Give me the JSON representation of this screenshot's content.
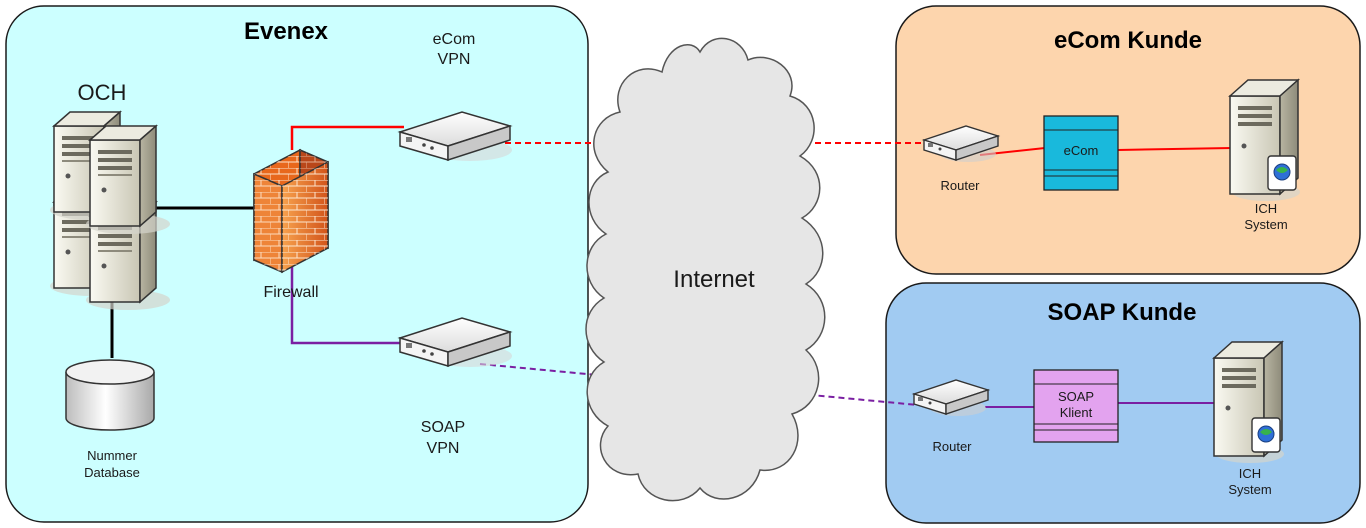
{
  "zones": {
    "evenex": {
      "title": "Evenex",
      "fill": "#ccffff"
    },
    "ecom_customer": {
      "title": "eCom Kunde",
      "fill": "#fdd5ad"
    },
    "soap_customer": {
      "title": "SOAP Kunde",
      "fill": "#a1cbf2"
    }
  },
  "nodes": {
    "och": {
      "label": "OCH"
    },
    "firewall": {
      "label": "Firewall"
    },
    "database": {
      "label_line1": "Nummer",
      "label_line2": "Database"
    },
    "ecom_vpn": {
      "label_line1": "eCom",
      "label_line2": "VPN"
    },
    "soap_vpn": {
      "label_line1": "SOAP",
      "label_line2": "VPN"
    },
    "internet": {
      "label": "Internet"
    },
    "ecom_router": {
      "label": "Router"
    },
    "ecom_component": {
      "label": "eCom"
    },
    "ecom_ich": {
      "label_line1": "ICH",
      "label_line2": "System"
    },
    "soap_router": {
      "label": "Router"
    },
    "soap_component": {
      "label_line1": "SOAP",
      "label_line2": "Klient"
    },
    "soap_ich": {
      "label_line1": "ICH",
      "label_line2": "System"
    }
  },
  "colors": {
    "ecom_link": "#ff0000",
    "soap_link": "#7a1fa2",
    "lan_link": "#000000",
    "ecom_component": "#19b9dc",
    "soap_component": "#e3a3ef",
    "firewall": "#e8681c",
    "cloud": "#e6e6e6"
  },
  "connections": [
    {
      "from": "och",
      "to": "firewall",
      "style": "solid"
    },
    {
      "from": "och",
      "to": "database",
      "style": "solid"
    },
    {
      "from": "firewall",
      "to": "ecom_vpn",
      "style": "solid"
    },
    {
      "from": "firewall",
      "to": "soap_vpn",
      "style": "solid"
    },
    {
      "from": "ecom_vpn",
      "to": "ecom_router",
      "style": "dashed"
    },
    {
      "from": "soap_vpn",
      "to": "soap_router",
      "style": "dashed"
    },
    {
      "from": "ecom_router",
      "to": "ecom_component",
      "style": "solid"
    },
    {
      "from": "ecom_component",
      "to": "ecom_ich",
      "style": "solid"
    },
    {
      "from": "soap_router",
      "to": "soap_component",
      "style": "solid"
    },
    {
      "from": "soap_component",
      "to": "soap_ich",
      "style": "solid"
    }
  ]
}
